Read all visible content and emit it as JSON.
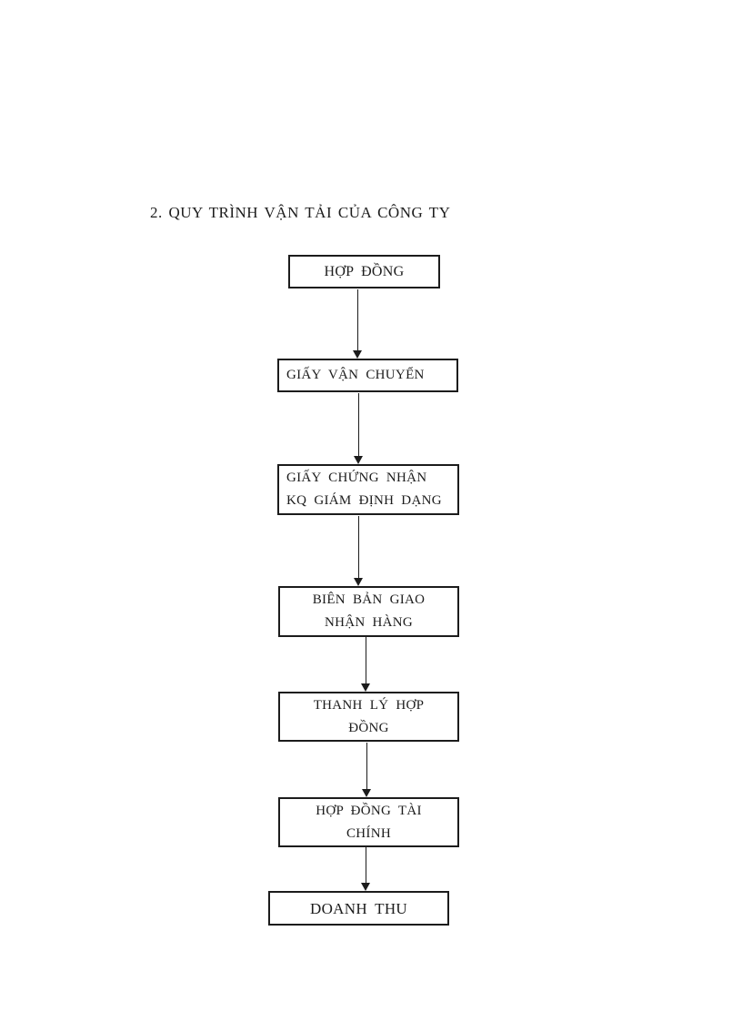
{
  "document": {
    "heading": "2. QUY TRÌNH VẬN TẢI CỦA CÔNG TY"
  },
  "flowchart": {
    "type": "flowchart",
    "direction": "top-down",
    "nodes": [
      {
        "id": "hop-dong",
        "label": "HỢP ĐỒNG"
      },
      {
        "id": "giay-van-chuyen",
        "label": "GIẤY VẬN CHUYỂN"
      },
      {
        "id": "giay-chung-nhan-kq-giam-dinh",
        "label": "GIẤY CHỨNG NHẬN\nKQ GIÁM ĐỊNH DẠNG"
      },
      {
        "id": "bien-ban-giao-nhan-hang",
        "label": "BIÊN BẢN GIAO\nNHẬN HÀNG"
      },
      {
        "id": "thanh-ly-hop-dong",
        "label": "THANH LÝ HỢP\nĐỒNG"
      },
      {
        "id": "hop-dong-tai-chinh",
        "label": "HỢP ĐỒNG TÀI\nCHÍNH"
      },
      {
        "id": "doanh-thu",
        "label": "DOANH THU"
      }
    ],
    "edges": [
      {
        "from": "hop-dong",
        "to": "giay-van-chuyen"
      },
      {
        "from": "giay-van-chuyen",
        "to": "giay-chung-nhan-kq-giam-dinh"
      },
      {
        "from": "giay-chung-nhan-kq-giam-dinh",
        "to": "bien-ban-giao-nhan-hang"
      },
      {
        "from": "bien-ban-giao-nhan-hang",
        "to": "thanh-ly-hop-dong"
      },
      {
        "from": "thanh-ly-hop-dong",
        "to": "hop-dong-tai-chinh"
      },
      {
        "from": "hop-dong-tai-chinh",
        "to": "doanh-thu"
      }
    ],
    "colors": {
      "page_background": "#ffffff",
      "node_border": "#1c1c1c",
      "text": "#1c1c1c",
      "arrow": "#1c1c1c"
    }
  }
}
